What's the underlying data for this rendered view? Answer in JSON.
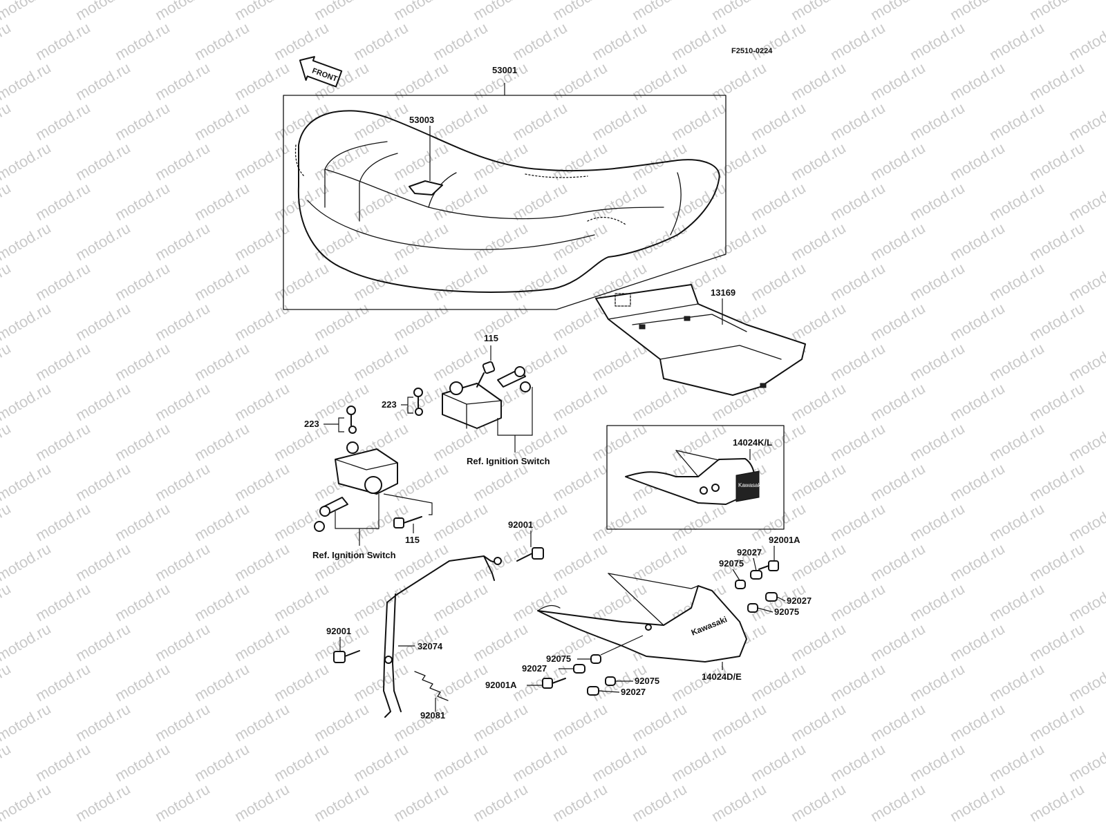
{
  "diagram": {
    "figure_code": "F2510-0224",
    "front_label": "FRONT",
    "watermark_text": "motod.ru",
    "badge_text": "Kawasaki",
    "labels": {
      "seat_assy": "53001",
      "seat_emblem": "53003",
      "seat_tray": "13169",
      "bolt_upper": "115",
      "bolt_lower": "115",
      "washer_upper": "223",
      "washer_lower": "223",
      "ignition_upper": "Ref. Ignition Switch",
      "ignition_lower": "Ref. Ignition Switch",
      "grip_option": "14024K/L",
      "grip_main": "14024D/E",
      "bolt_hinge_top": "92001",
      "bolt_hinge_left": "92001",
      "hook": "32074",
      "spring": "92081",
      "bolt_a_right": "92001A",
      "bolt_a_left": "92001A",
      "collar_r1": "92027",
      "collar_r2": "92027",
      "collar_l1": "92027",
      "collar_l2": "92027",
      "damper_r1": "92075",
      "damper_r2": "92075",
      "damper_l1": "92075",
      "damper_l2": "92075"
    }
  }
}
